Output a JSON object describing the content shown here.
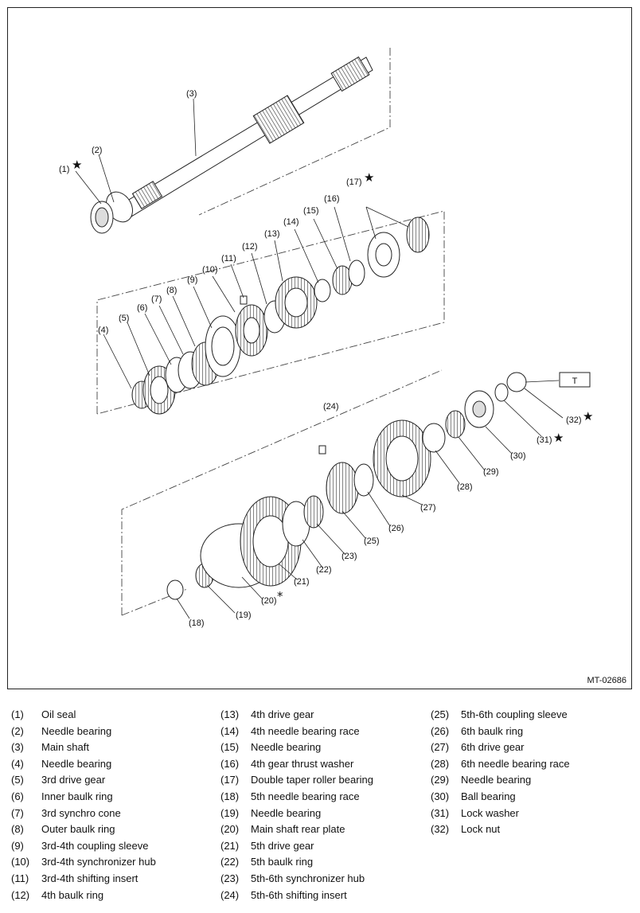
{
  "figure": {
    "code": "MT-02686",
    "torque_marker": "T",
    "callouts": [
      {
        "id": "c1",
        "text": "(1)"
      },
      {
        "id": "c2",
        "text": "(2)"
      },
      {
        "id": "c3",
        "text": "(3)"
      },
      {
        "id": "c4",
        "text": "(4)"
      },
      {
        "id": "c5",
        "text": "(5)"
      },
      {
        "id": "c6",
        "text": "(6)"
      },
      {
        "id": "c7",
        "text": "(7)"
      },
      {
        "id": "c8",
        "text": "(8)"
      },
      {
        "id": "c9",
        "text": "(9)"
      },
      {
        "id": "c10",
        "text": "(10)"
      },
      {
        "id": "c11",
        "text": "(11)"
      },
      {
        "id": "c12",
        "text": "(12)"
      },
      {
        "id": "c13",
        "text": "(13)"
      },
      {
        "id": "c14",
        "text": "(14)"
      },
      {
        "id": "c15",
        "text": "(15)"
      },
      {
        "id": "c16",
        "text": "(16)"
      },
      {
        "id": "c17",
        "text": "(17)"
      },
      {
        "id": "c18",
        "text": "(18)"
      },
      {
        "id": "c19",
        "text": "(19)"
      },
      {
        "id": "c20",
        "text": "(20)"
      },
      {
        "id": "c21",
        "text": "(21)"
      },
      {
        "id": "c22",
        "text": "(22)"
      },
      {
        "id": "c23",
        "text": "(23)"
      },
      {
        "id": "c24",
        "text": "(24)"
      },
      {
        "id": "c25",
        "text": "(25)"
      },
      {
        "id": "c26",
        "text": "(26)"
      },
      {
        "id": "c27",
        "text": "(27)"
      },
      {
        "id": "c28",
        "text": "(28)"
      },
      {
        "id": "c29",
        "text": "(29)"
      },
      {
        "id": "c30",
        "text": "(30)"
      },
      {
        "id": "c31",
        "text": "(31)"
      },
      {
        "id": "c32",
        "text": "(32)"
      }
    ],
    "star": "★",
    "asterisk": "*"
  },
  "legend": {
    "columns": [
      [
        {
          "num": "(1)",
          "name": "Oil seal"
        },
        {
          "num": "(2)",
          "name": "Needle bearing"
        },
        {
          "num": "(3)",
          "name": "Main shaft"
        },
        {
          "num": "(4)",
          "name": "Needle bearing"
        },
        {
          "num": "(5)",
          "name": "3rd drive gear"
        },
        {
          "num": "(6)",
          "name": "Inner baulk ring"
        },
        {
          "num": "(7)",
          "name": "3rd synchro cone"
        },
        {
          "num": "(8)",
          "name": "Outer baulk ring"
        },
        {
          "num": "(9)",
          "name": "3rd-4th coupling sleeve"
        },
        {
          "num": "(10)",
          "name": "3rd-4th synchronizer hub"
        },
        {
          "num": "(11)",
          "name": "3rd-4th shifting insert"
        },
        {
          "num": "(12)",
          "name": "4th baulk ring"
        }
      ],
      [
        {
          "num": "(13)",
          "name": "4th drive gear"
        },
        {
          "num": "(14)",
          "name": "4th needle bearing race"
        },
        {
          "num": "(15)",
          "name": "Needle bearing"
        },
        {
          "num": "(16)",
          "name": "4th gear thrust washer"
        },
        {
          "num": "(17)",
          "name": "Double taper roller bearing"
        },
        {
          "num": "(18)",
          "name": "5th needle bearing race"
        },
        {
          "num": "(19)",
          "name": "Needle bearing"
        },
        {
          "num": "(20)",
          "name": "Main shaft rear plate"
        },
        {
          "num": "(21)",
          "name": "5th drive gear"
        },
        {
          "num": "(22)",
          "name": "5th baulk ring"
        },
        {
          "num": "(23)",
          "name": "5th-6th synchronizer hub"
        },
        {
          "num": "(24)",
          "name": "5th-6th shifting insert"
        }
      ],
      [
        {
          "num": "(25)",
          "name": "5th-6th coupling sleeve"
        },
        {
          "num": "(26)",
          "name": "6th baulk ring"
        },
        {
          "num": "(27)",
          "name": "6th drive gear"
        },
        {
          "num": "(28)",
          "name": "6th needle bearing race"
        },
        {
          "num": "(29)",
          "name": "Needle bearing"
        },
        {
          "num": "(30)",
          "name": "Ball bearing"
        },
        {
          "num": "(31)",
          "name": "Lock washer"
        },
        {
          "num": "(32)",
          "name": "Lock nut"
        }
      ]
    ]
  }
}
